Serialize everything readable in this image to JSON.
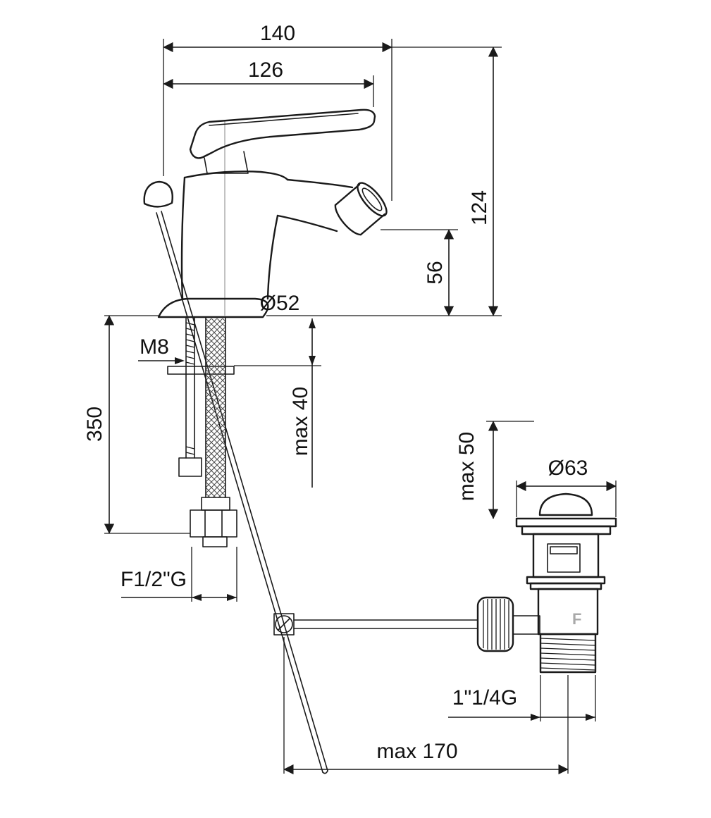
{
  "diagram": {
    "type": "technical-dimension-drawing",
    "subject": "single-lever bidet mixer with flexible hoses and pop-up waste",
    "colors": {
      "line": "#1a1a1a",
      "background": "#ffffff"
    },
    "labels": {
      "dim_140": "140",
      "dim_126": "126",
      "dim_124": "124",
      "dim_56": "56",
      "dia_52": "Ø52",
      "thread_m8": "M8",
      "dim_350": "350",
      "max_40": "max 40",
      "max_50": "max 50",
      "dia_63": "Ø63",
      "hose_fitting": "F1/2\"G",
      "drain_thread": "1\"1/4G",
      "max_170": "max 170",
      "body_mark": "F"
    }
  }
}
